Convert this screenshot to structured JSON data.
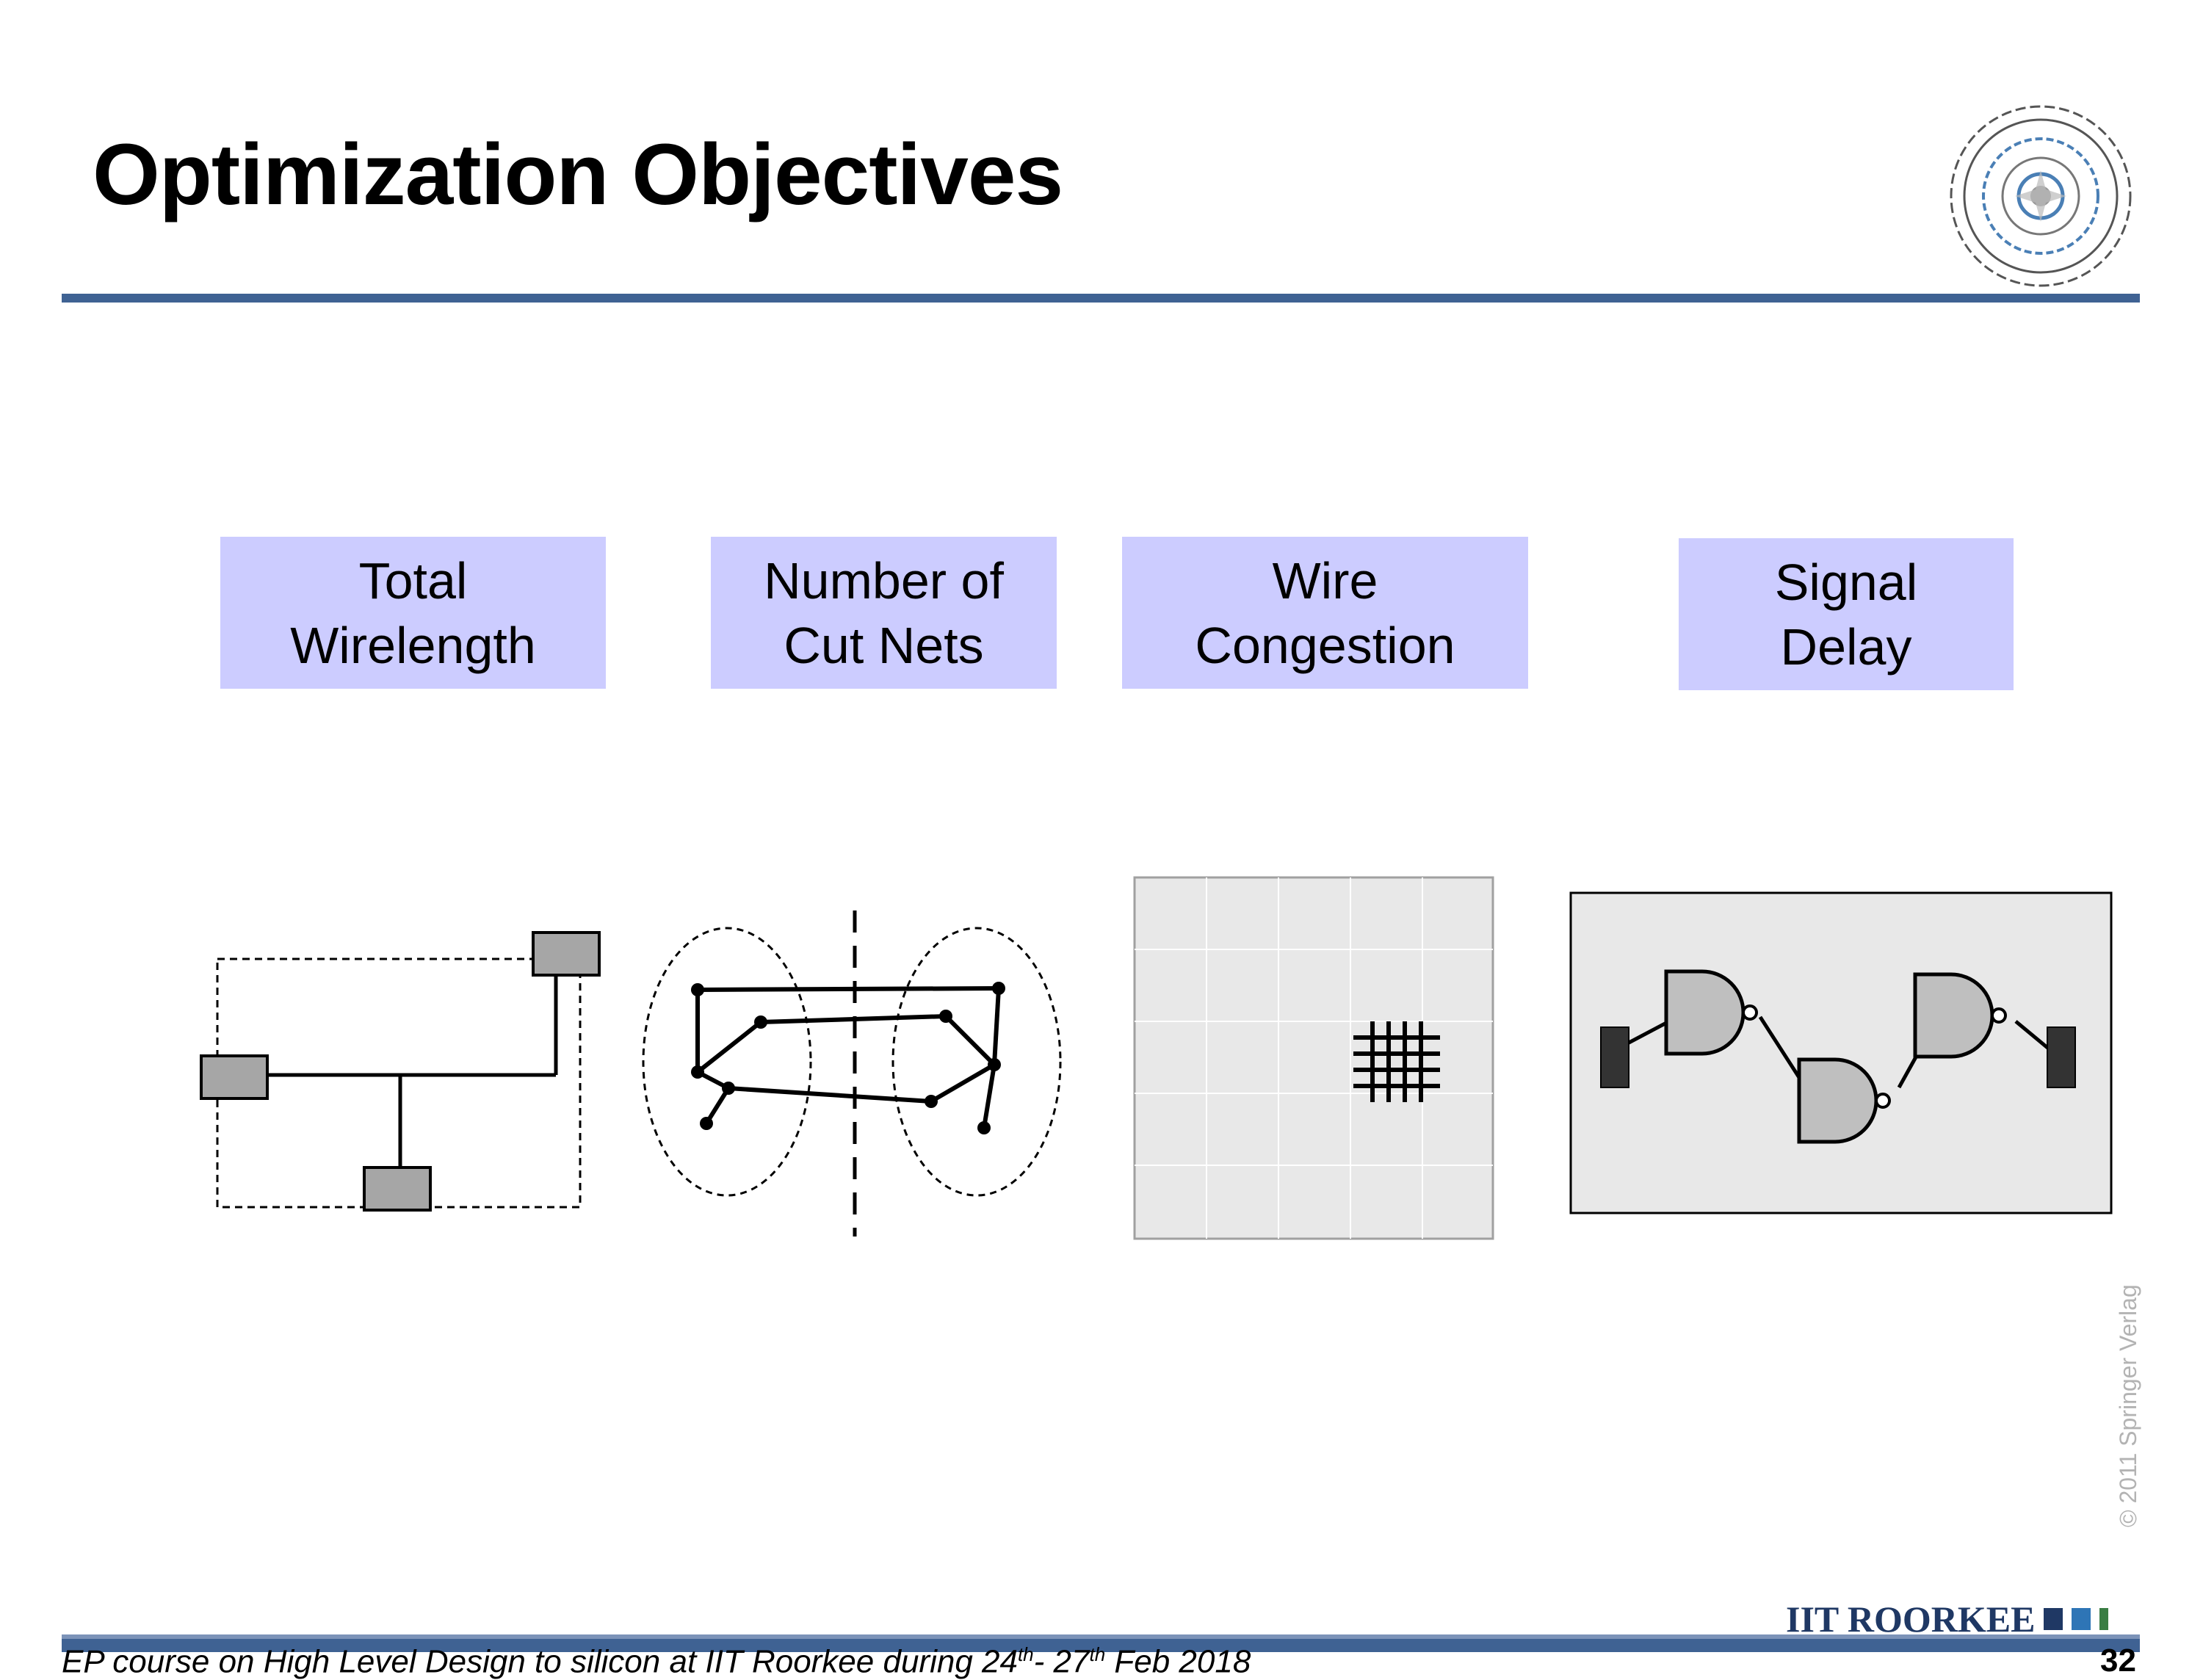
{
  "slide": {
    "title": "Optimization Objectives",
    "objectives": [
      {
        "line1": "Total",
        "line2": "Wirelength"
      },
      {
        "line1": "Number of",
        "line2": "Cut Nets"
      },
      {
        "line1": "Wire",
        "line2": "Congestion"
      },
      {
        "line1": "Signal",
        "line2": "Delay"
      }
    ],
    "copyright": "© 2011 Springer Verlag",
    "footer": {
      "text_part1": "EP course on High Level Design to silicon at IIT Roorkee during 24",
      "sup1": "th",
      "text_part2": "- 27",
      "sup2": "th",
      "text_part3": " Feb 2018",
      "page_number": "32"
    },
    "brand": "IIT ROORKEE"
  },
  "colors": {
    "rule": "#3f6293",
    "label_fill": "#ccccff",
    "module_fill": "#a6a6a6",
    "gate_fill": "#bfbfbf",
    "panel_fill": "#e8e8e8",
    "brand_sq_1": "#1f3864",
    "brand_sq_2": "#2e75b6",
    "brand_sq_3": "#3a7d44"
  },
  "icons": {
    "logo": "iit-roorkee-seal-icon",
    "congestion": "hash-grid-icon"
  }
}
